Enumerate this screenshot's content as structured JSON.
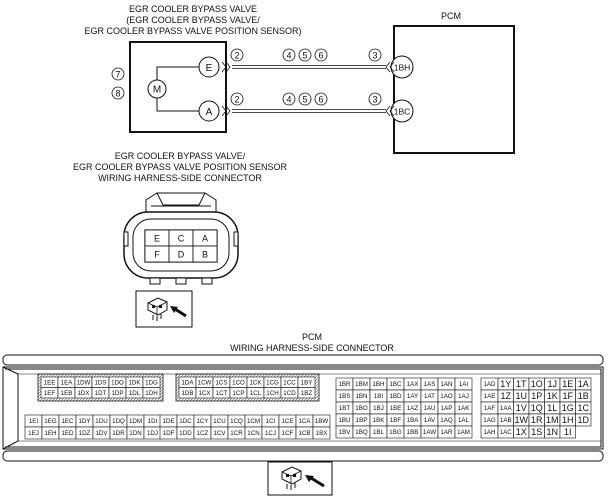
{
  "top": {
    "valve_title": [
      "EGR COOLER BYPASS VALVE",
      "(EGR COOLER BYPASS VALVE/",
      "EGR COOLER BYPASS VALVE POSITION SENSOR)"
    ],
    "pcm_title": "PCM",
    "side_circles": [
      "7",
      "8"
    ],
    "motor_label": "M",
    "wires": [
      {
        "valve_terminal": "E",
        "pcm_terminal": "1BH",
        "circles": [
          "2",
          "4",
          "5",
          "6",
          "3"
        ]
      },
      {
        "valve_terminal": "A",
        "pcm_terminal": "1BC",
        "circles": [
          "2",
          "4",
          "5",
          "6",
          "3"
        ]
      }
    ]
  },
  "connector": {
    "title": [
      "EGR COOLER BYPASS VALVE/",
      "EGR COOLER BYPASS VALVE POSITION SENSOR",
      "WIRING HARNESS-SIDE CONNECTOR"
    ],
    "pins": [
      [
        "E",
        "C",
        "A"
      ],
      [
        "F",
        "D",
        "B"
      ]
    ]
  },
  "pcm_connector": {
    "title": [
      "PCM",
      "WIRING HARNESS-SIDE CONNECTOR"
    ],
    "block1": {
      "top": [
        [
          "1EE",
          "1EA",
          "1DW",
          "1DS",
          "1DO",
          "1DK",
          "1DG"
        ],
        [
          "1EF",
          "1EB",
          "1DX",
          "1DT",
          "1DP",
          "1DL",
          "1DH"
        ]
      ],
      "bottom": [
        [
          "1EI",
          "1EG",
          "1EC",
          "1DY",
          "1DU",
          "1DQ",
          "1DM",
          "1DI"
        ],
        [
          "1EJ",
          "1EH",
          "1ED",
          "1DZ",
          "1DV",
          "1DR",
          "1DN",
          "1DJ"
        ]
      ]
    },
    "block2": {
      "top": [
        [
          "1DA",
          "1CW",
          "1CS",
          "1CO",
          "1CK",
          "1CG",
          "1CC",
          "1BY"
        ],
        [
          "1DB",
          "1CX",
          "1CT",
          "1CP",
          "1CL",
          "1CH",
          "1CD",
          "1BZ"
        ]
      ],
      "bottom": [
        [
          "1DE",
          "1DC",
          "1CY",
          "1CU",
          "1CQ",
          "1CM",
          "1CI",
          "1CE",
          "1CA",
          "1BW"
        ],
        [
          "1DF",
          "1DD",
          "1CZ",
          "1CV",
          "1CR",
          "1CN",
          "1CJ",
          "1CF",
          "1CB",
          "1BX"
        ]
      ]
    },
    "block3": [
      [
        "1BR",
        "1BM",
        "1BH",
        "1BC",
        "1AX",
        "1AS",
        "1AN",
        "1AI"
      ],
      [
        "1BS",
        "1BN",
        "1BI",
        "1BD",
        "1AY",
        "1AT",
        "1AO",
        "1AJ"
      ],
      [
        "1BT",
        "1BO",
        "1BJ",
        "1BE",
        "1AZ",
        "1AU",
        "1AP",
        "1AK"
      ],
      [
        "1BU",
        "1BP",
        "1BK",
        "1BF",
        "1BA",
        "1AV",
        "1AQ",
        "1AL"
      ],
      [
        "1BV",
        "1BQ",
        "1BL",
        "1BG",
        "1BB",
        "1AW",
        "1AR",
        "1AM"
      ]
    ],
    "block4": [
      [
        "1AD",
        "1Y",
        "1T",
        "1O",
        "1J",
        "1E",
        "1A"
      ],
      [
        "1AE",
        "1Z",
        "1U",
        "1P",
        "1K",
        "1F",
        "1B"
      ],
      [
        "1AF",
        "1AA",
        "1V",
        "1Q",
        "1L",
        "1G",
        "1C"
      ],
      [
        "1AG",
        "1AB",
        "1W",
        "1R",
        "1M",
        "1H",
        "1D"
      ],
      [
        "1AH",
        "1AC",
        "1X",
        "1S",
        "1N",
        "1I",
        ""
      ]
    ]
  }
}
